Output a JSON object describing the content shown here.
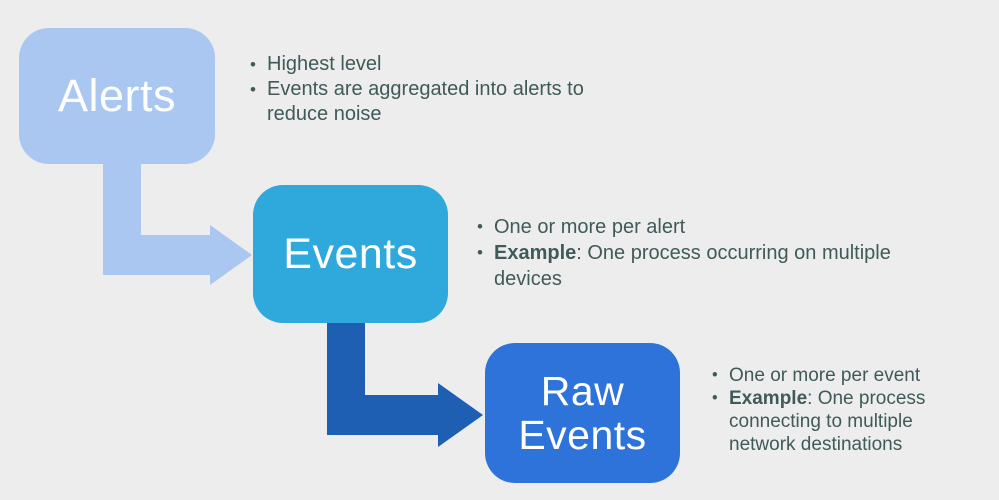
{
  "diagram": {
    "background_color": "#ededed",
    "note_text_color": "#3f5a58",
    "nodes": [
      {
        "label": "Alerts",
        "color": "#a9c7f0",
        "text_color": "#ffffff"
      },
      {
        "label": "Events",
        "color": "#2fa8dc",
        "text_color": "#ffffff"
      },
      {
        "label": "Raw Events",
        "color": "#2e73d9",
        "text_color": "#ffffff"
      }
    ],
    "arrows": [
      {
        "name": "alerts-to-events",
        "color": "#a9c7f0"
      },
      {
        "name": "events-to-raw-events",
        "color": "#1e5fb4"
      }
    ],
    "notes": [
      {
        "node": "Alerts",
        "items": [
          {
            "prefix": "",
            "text": "Highest level"
          },
          {
            "prefix": "",
            "text": "Events are aggregated into alerts to reduce noise"
          }
        ]
      },
      {
        "node": "Events",
        "items": [
          {
            "prefix": "",
            "text": "One or more per alert"
          },
          {
            "prefix": "Example",
            "text": ": One process occurring on multiple devices"
          }
        ]
      },
      {
        "node": "Raw Events",
        "items": [
          {
            "prefix": "",
            "text": "One or more per event"
          },
          {
            "prefix": "Example",
            "text": ": One process connecting to multiple network destinations"
          }
        ]
      }
    ]
  }
}
